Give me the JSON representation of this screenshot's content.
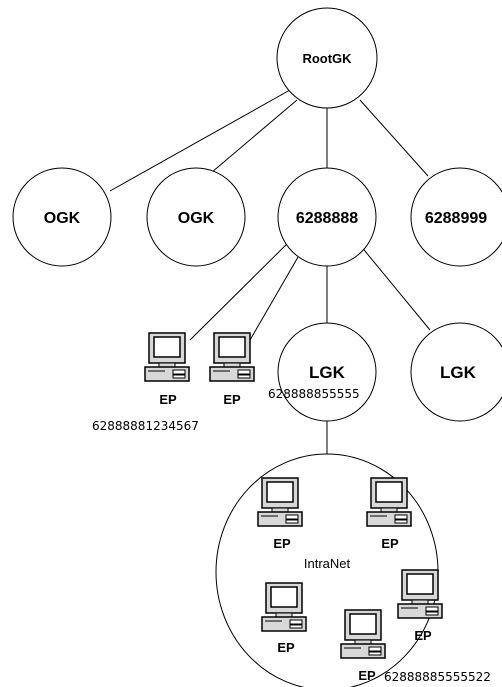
{
  "nodes": {
    "root": "RootGK",
    "ogk1": "OGK",
    "ogk2": "OGK",
    "zone1": "6288888",
    "zone2": "6288999",
    "lgk1": "LGK",
    "lgk2": "LGK"
  },
  "endpoints": {
    "ep1": "EP",
    "ep2": "EP",
    "ep3": "EP",
    "ep4": "EP",
    "ep5": "EP",
    "ep6": "EP",
    "ep7": "EP"
  },
  "addresses": {
    "lgk1_addr": "628888855555",
    "ep1_addr": "62888881234567",
    "ep7_addr": "62888885555522"
  },
  "network": {
    "label": "IntraNet"
  },
  "icons": {
    "endpoint": "desktop-computer-icon"
  },
  "colors": {
    "stroke": "#000000",
    "fill": "#ffffff",
    "screen": "#ffffff"
  }
}
